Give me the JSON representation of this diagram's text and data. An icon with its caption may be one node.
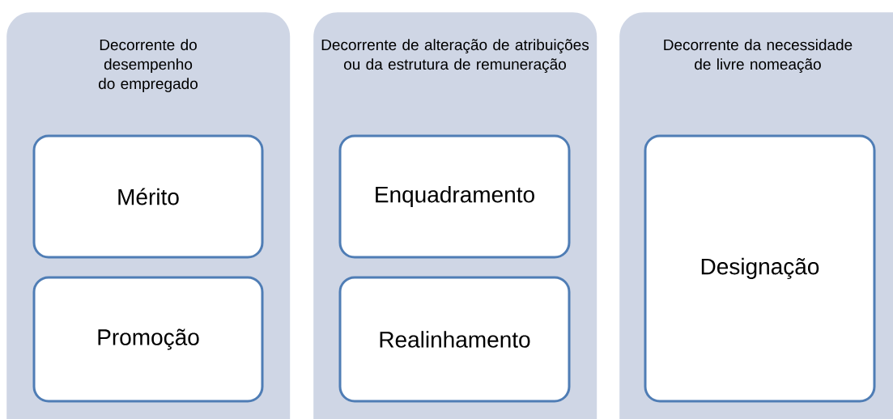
{
  "diagram": {
    "nodes": [
      {
        "text": [
          "Decorrente do desempenho do empregado"
        ]
      },
      {
        "text": [
          "Mérito"
        ],
        "in": 0
      },
      {
        "text": [
          "Promoção"
        ],
        "in": 0
      },
      {
        "text": [
          "Decorrente de alteração de atribuições ou da estrutura de remuneração"
        ]
      },
      {
        "text": [
          "Enquadramento"
        ],
        "in": 3
      },
      {
        "text": [
          "Realinhamento"
        ],
        "in": 3
      },
      {
        "text": [
          "Decorrente da necessidade de livre nomeação"
        ]
      },
      {
        "text": [
          "Designação"
        ],
        "in": 6
      }
    ]
  }
}
